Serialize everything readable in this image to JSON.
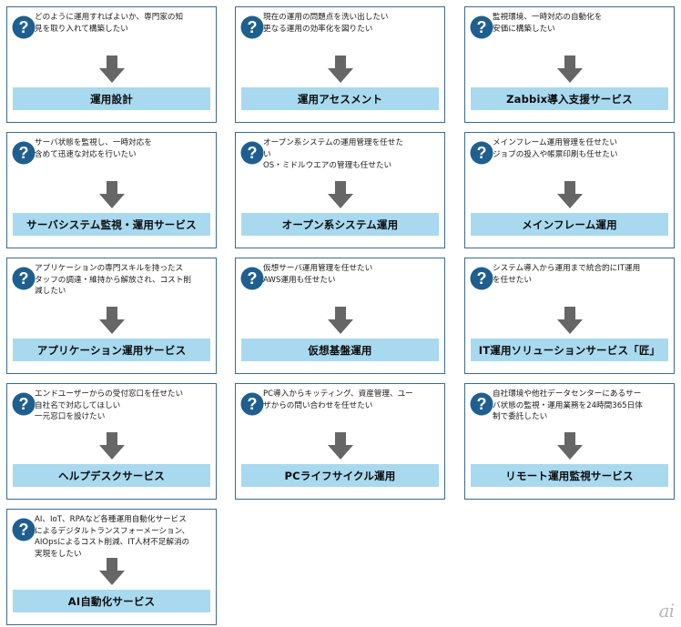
{
  "cards": [
    {
      "need": "どのように運用すればよいか、専門家の知\n見を取り入れて構築したい",
      "service": "運用設計"
    },
    {
      "need": "現在の運用の問題点を洗い出したい\n更なる運用の効率化を図りたい",
      "service": "運用アセスメント"
    },
    {
      "need": "監視環境、一時対応の自動化を\n安価に構築したい",
      "service": "Zabbix導入支援サービス"
    },
    {
      "need": "サーバ状態を監視し、一時対応を\n含めて迅速な対応を行いたい",
      "service": "サーバシステム監視・運用サービス"
    },
    {
      "need": "オープン系システムの運用管理を任せた\nい\nOS・ミドルウエアの管理も任せたい",
      "service": "オープン系システム運用"
    },
    {
      "need": "メインフレーム運用管理を任せたい\nジョブの投入や帳票印刷も任せたい",
      "service": "メインフレーム運用"
    },
    {
      "need": "アプリケーションの専門スキルを持ったス\nタッフの調達・維持から解放され、コスト削\n減したい",
      "service": "アプリケーション運用サービス"
    },
    {
      "need": "仮想サーバ運用管理を任せたい\nAWS運用も任せたい",
      "service": "仮想基盤運用"
    },
    {
      "need": "システム導入から運用まで統合的にIT運用\nを任せたい",
      "service": "IT運用ソリューションサービス「匠」"
    },
    {
      "need": "エンドユーザーからの受付窓口を任せたい\n自社名で対応してほしい\n一元窓口を設けたい",
      "service": "ヘルプデスクサービス"
    },
    {
      "need": "PC導入からキッティング、資産管理、ユー\nザからの問い合わせを任せたい",
      "service": "PCライフサイクル運用"
    },
    {
      "need": "自社環境や他社データセンターにあるサー\nバ状態の監視・運用業務を24時間365日体\n制で委託したい",
      "service": "リモート運用監視サービス"
    },
    {
      "need": "AI、IoT、RPAなど各種運用自動化サービス\nによるデジタルトランスフォーメーション、\nAIOpsによるコスト削減、IT人材不足解消の\n実現をしたい",
      "service": "AI自動化サービス"
    }
  ],
  "logo": "ai",
  "colors": {
    "border": "#3b6a8f",
    "service_bg": "#a8d9ef",
    "icon": "#1f5f8f",
    "arrow": "#666666"
  },
  "icons": {
    "question": "question-mark-circle-icon",
    "arrow": "down-arrow-icon"
  }
}
